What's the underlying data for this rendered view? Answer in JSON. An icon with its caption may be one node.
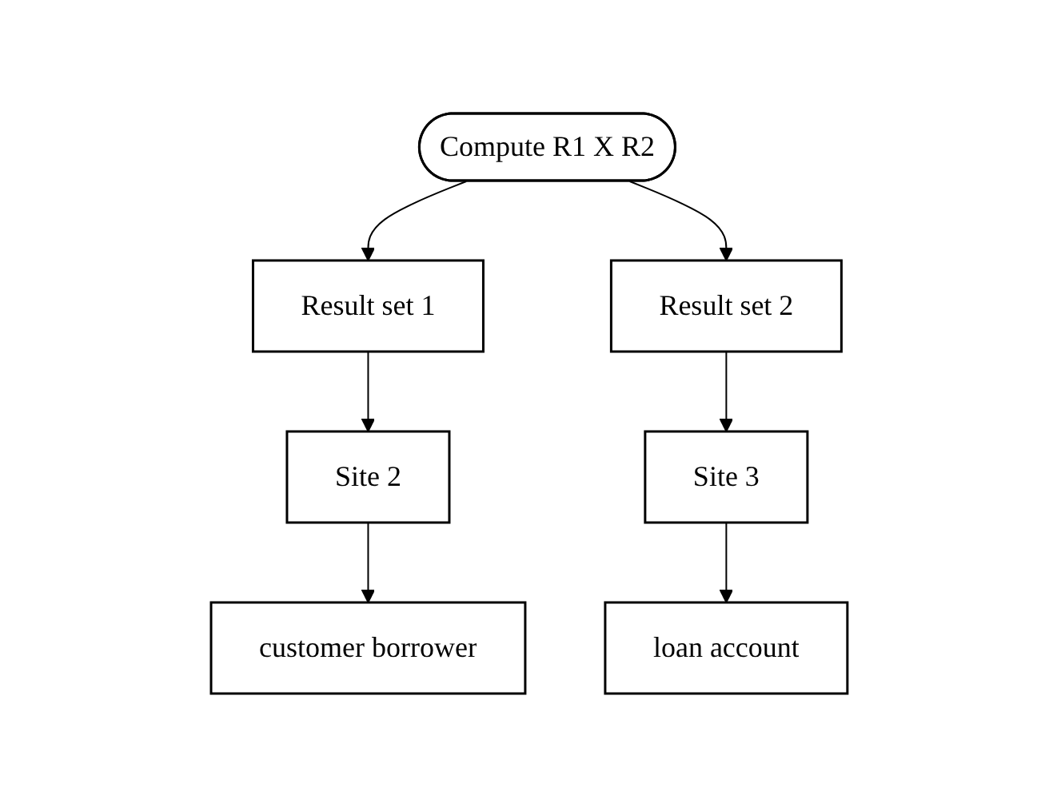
{
  "diagram": {
    "nodes": [
      {
        "text": [
          "Compute R1 X  R2"
        ]
      },
      {
        "text": [
          "Result set 1"
        ]
      },
      {
        "text": [
          "Result set 2"
        ]
      },
      {
        "text": [
          "Site 2"
        ]
      },
      {
        "text": [
          "Site 3"
        ]
      },
      {
        "text": [
          "customer  borrower"
        ]
      },
      {
        "text": [
          "loan  account"
        ]
      }
    ],
    "edges": [
      {
        "from": 0,
        "to": 1,
        "arrow": "to"
      },
      {
        "from": 0,
        "to": 2,
        "arrow": "to"
      },
      {
        "from": 1,
        "to": 3,
        "arrow": "to"
      },
      {
        "from": 2,
        "to": 4,
        "arrow": "to"
      },
      {
        "from": 3,
        "to": 5,
        "arrow": "to"
      },
      {
        "from": 4,
        "to": 6,
        "arrow": "to"
      }
    ]
  }
}
